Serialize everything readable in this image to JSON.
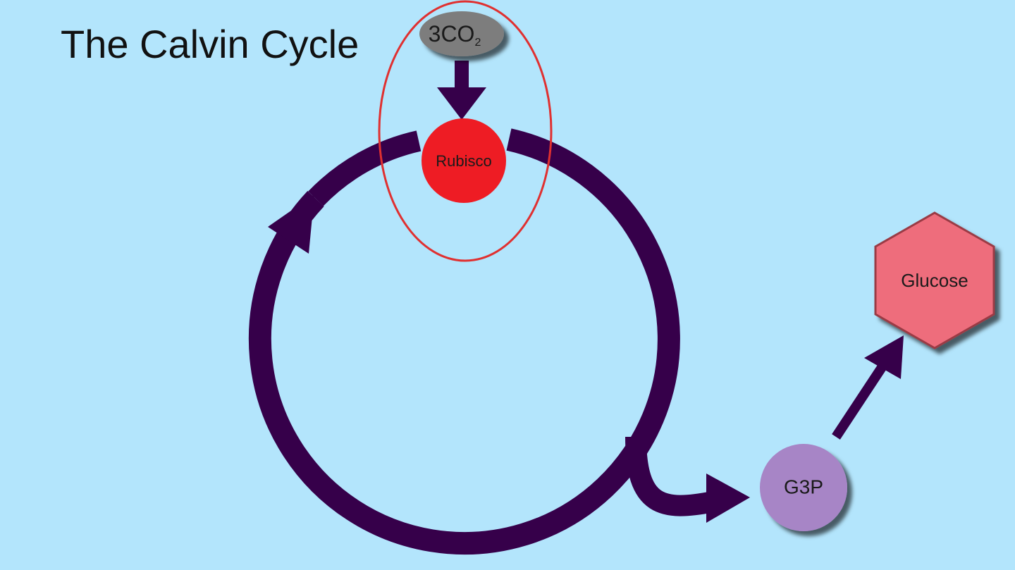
{
  "title": "The Calvin Cycle",
  "input": {
    "prefix": "3CO",
    "subscript": "2"
  },
  "enzyme": {
    "label": "Rubisco"
  },
  "intermediate": {
    "label": "G3P"
  },
  "product": {
    "label": "Glucose"
  },
  "colors": {
    "background": "#b3e5fc",
    "cycle_arrow": "#36004a",
    "rubisco": "#ee1c24",
    "highlight_ring": "#e03030",
    "co2_oval": "#7d7d7d",
    "g3p": "#a785c6",
    "glucose": "#ee6d7c"
  }
}
